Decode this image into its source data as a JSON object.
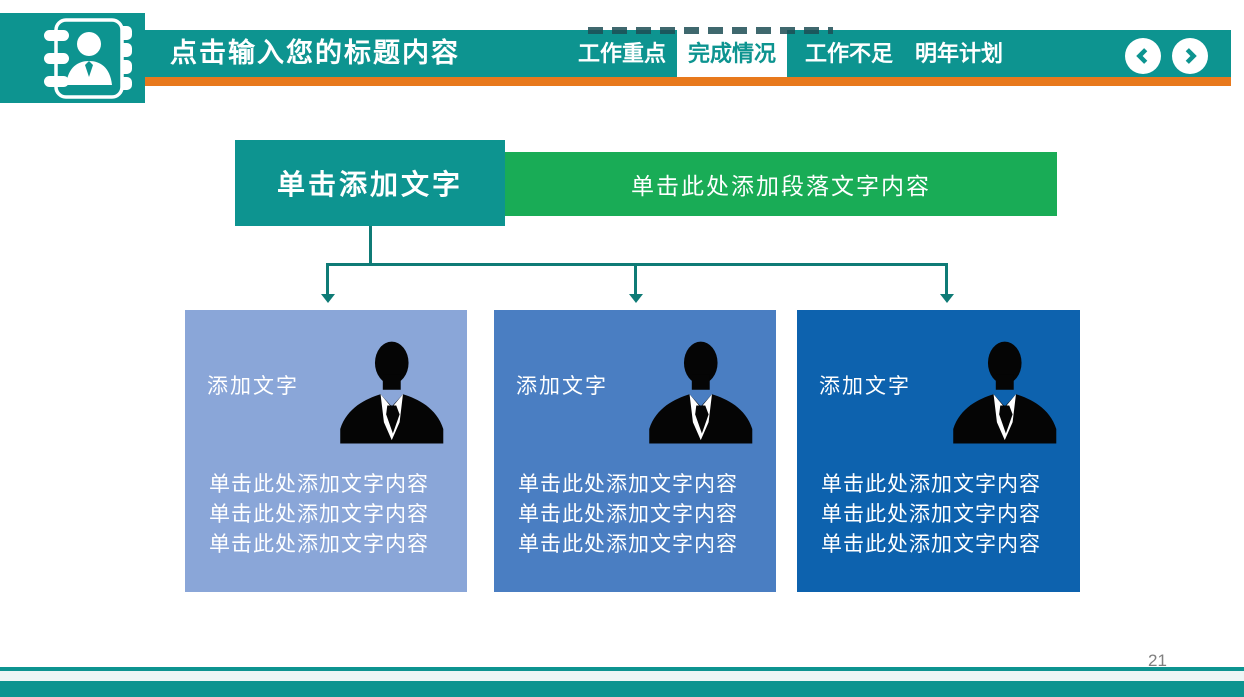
{
  "colors": {
    "teal": "#0D9490",
    "teal_dark": "#0F7B76",
    "orange": "#E8791D",
    "green": "#19AC56",
    "card1": "#8AA6D8",
    "card2": "#4A7EC2",
    "card3": "#0D62AE",
    "tab_active_bg": "#FFFFFF",
    "page_num": "#7F7F7F",
    "footer_tint": "#EDF6F5"
  },
  "icons": {
    "header_logo": "address-book-icon",
    "nav_prev": "chevron-left-icon",
    "nav_next": "chevron-right-icon",
    "card_avatar": "businessman-silhouette-icon"
  },
  "header": {
    "title": "点击输入您的标题内容",
    "tabs": [
      {
        "label": "工作重点",
        "active": false
      },
      {
        "label": "完成情况",
        "active": true
      },
      {
        "label": "工作不足",
        "active": false
      },
      {
        "label": "明年计划",
        "active": false
      }
    ]
  },
  "main": {
    "root_box": {
      "label": "单击添加文字"
    },
    "caption": {
      "label": "单击此处添加段落文字内容"
    },
    "cards": [
      {
        "title": "添加文字",
        "lines": [
          "单击此处添加文字内容",
          "单击此处添加文字内容",
          "单击此处添加文字内容"
        ]
      },
      {
        "title": "添加文字",
        "lines": [
          "单击此处添加文字内容",
          "单击此处添加文字内容",
          "单击此处添加文字内容"
        ]
      },
      {
        "title": "添加文字",
        "lines": [
          "单击此处添加文字内容",
          "单击此处添加文字内容",
          "单击此处添加文字内容"
        ]
      }
    ]
  },
  "footer": {
    "page_number": "21"
  }
}
